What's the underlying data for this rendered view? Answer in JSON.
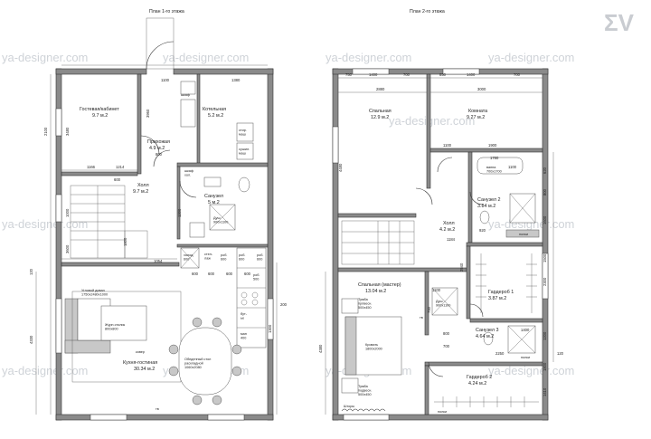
{
  "titles": {
    "floor1": "План 1-го этажа",
    "floor2": "План 2-го этажа"
  },
  "watermark": "ya-designer.com",
  "logo": "ΣV",
  "floor1": {
    "rooms": [
      {
        "name": "Гостевая/кабинет",
        "area": "9.7 м.2"
      },
      {
        "name": "Котельная",
        "area": "5.2 м.2"
      },
      {
        "name": "Прихожая",
        "area": "4.9 м.2"
      },
      {
        "name": "Холл",
        "area": "9.7 м.2"
      },
      {
        "name": "Санузел",
        "area": "5 м.2"
      },
      {
        "name": "Кухня-гостиная",
        "area": "30.34 м.2"
      }
    ],
    "furniture": {
      "sofa": "Угловой диван\n1750х2480х1000",
      "coffee_table": "Журн.столик\n800х800",
      "rug": "ковер",
      "dining_table": "Обеденный стол\nраскладной\n1060х2080",
      "shower": "Душ\n900х1100",
      "washer": "стир.\nмаш",
      "dryer": "сушил.\nмаш",
      "closet": "шкаф\nхол.",
      "cabinet": "шкаф",
      "drawers": "стел-\nлаж",
      "tv": "тв",
      "kitchen_labels": [
        "холод.\n600",
        "роб.\n600",
        "роб.\n600",
        "роб.\n600",
        "роб.\n500",
        "бут-\nье",
        "ман\n400"
      ]
    },
    "dimensions": {
      "d1": "1100",
      "d2": "1380",
      "d3": "3960",
      "d4": "3480",
      "d5": "1166",
      "d6": "1214",
      "d7": "800",
      "d8": "600",
      "d9": "1000",
      "d10": "1054",
      "d11": "600",
      "d12": "600",
      "d13": "600",
      "d14": "600",
      "d15": "1300",
      "d16": "2100",
      "d17": "4330",
      "d18": "120",
      "d19": "200",
      "d20": "1200",
      "d21": "3600",
      "d22": "1800"
    }
  },
  "floor2": {
    "rooms": [
      {
        "name": "Спальная",
        "area": "12.9 м.2"
      },
      {
        "name": "Комната",
        "area": "9.27 м.2"
      },
      {
        "name": "Холл",
        "area": "4.2 м.2"
      },
      {
        "name": "Санузел 2",
        "area": "3.84 м.2"
      },
      {
        "name": "Спальная (мастер)",
        "area": "13.04 м.2"
      },
      {
        "name": "Гардероб 1",
        "area": "3.87 м.2"
      },
      {
        "name": "Санузел 3",
        "area": "4.64 м.2"
      },
      {
        "name": "Гардероб 2",
        "area": "4.24 м.2"
      }
    ],
    "furniture": {
      "nightstand1": "Тумба\nпрлвесн.\n500х450",
      "nightstand2": "Тумба\nподвесн.\n500х450",
      "bed": "Кровать\n1800х2000",
      "bath": "ванна\n700х1700",
      "shower": "Душ\n900х1100",
      "curtain": "Шторы",
      "shelves1": "полки",
      "shelves2": "полки",
      "shelves3": "полки",
      "tv": "тв"
    },
    "dimensions": {
      "a1": "750",
      "a2": "1400",
      "a3": "700",
      "a4": "850",
      "a5": "1400",
      "a6": "700",
      "a7": "2880",
      "a8": "3000",
      "a9": "4480",
      "a10": "1100",
      "a11": "1900",
      "a12": "1780",
      "a13": "620",
      "a14": "800",
      "a15": "1600",
      "a16": "1184",
      "a17": "2940",
      "a18": "1100",
      "a19": "2300",
      "a20": "1200",
      "a21": "2250",
      "a22": "120",
      "a23": "1410",
      "a24": "4380",
      "a25": "750",
      "a26": "800",
      "a27": "700",
      "a28": "1400",
      "a29": "1100",
      "a30": "920",
      "a31": "1500",
      "a32": "1800"
    }
  }
}
